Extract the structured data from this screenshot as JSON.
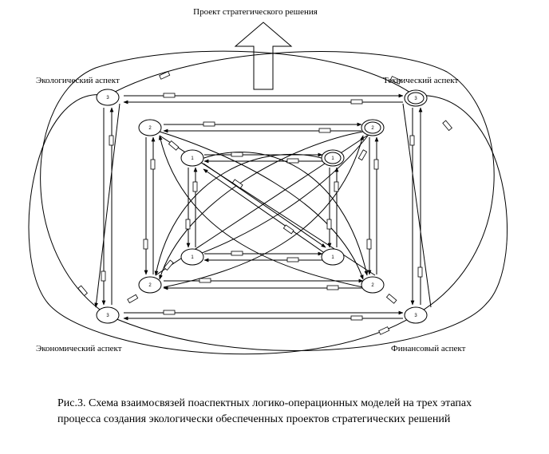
{
  "title": "Проект стратегического решения",
  "aspects": {
    "ecological": "Экологический аспект",
    "technical": "Технический аспект",
    "economic": "Экономический аспект",
    "financial": "Финансовый аспект"
  },
  "nodes": [
    {
      "id": "eco3",
      "label": "3",
      "double": false
    },
    {
      "id": "eco2",
      "label": "2",
      "double": false
    },
    {
      "id": "eco1",
      "label": "1",
      "double": false
    },
    {
      "id": "tech3",
      "label": "3",
      "double": true
    },
    {
      "id": "tech2",
      "label": "2",
      "double": true
    },
    {
      "id": "tech1",
      "label": "1",
      "double": true
    },
    {
      "id": "econ1",
      "label": "1",
      "double": false
    },
    {
      "id": "econ2",
      "label": "2",
      "double": false
    },
    {
      "id": "econ3",
      "label": "3",
      "double": false
    },
    {
      "id": "fin1",
      "label": "1",
      "double": false
    },
    {
      "id": "fin2",
      "label": "2",
      "double": false
    },
    {
      "id": "fin3",
      "label": "3",
      "double": false
    }
  ],
  "caption": {
    "line1": "Рис.3. Схема взаимосвязей поаспектных логико-операционных моделей на трех этапах",
    "line2": "процесса создания экологически обеспеченных проектов стратегических решений"
  }
}
